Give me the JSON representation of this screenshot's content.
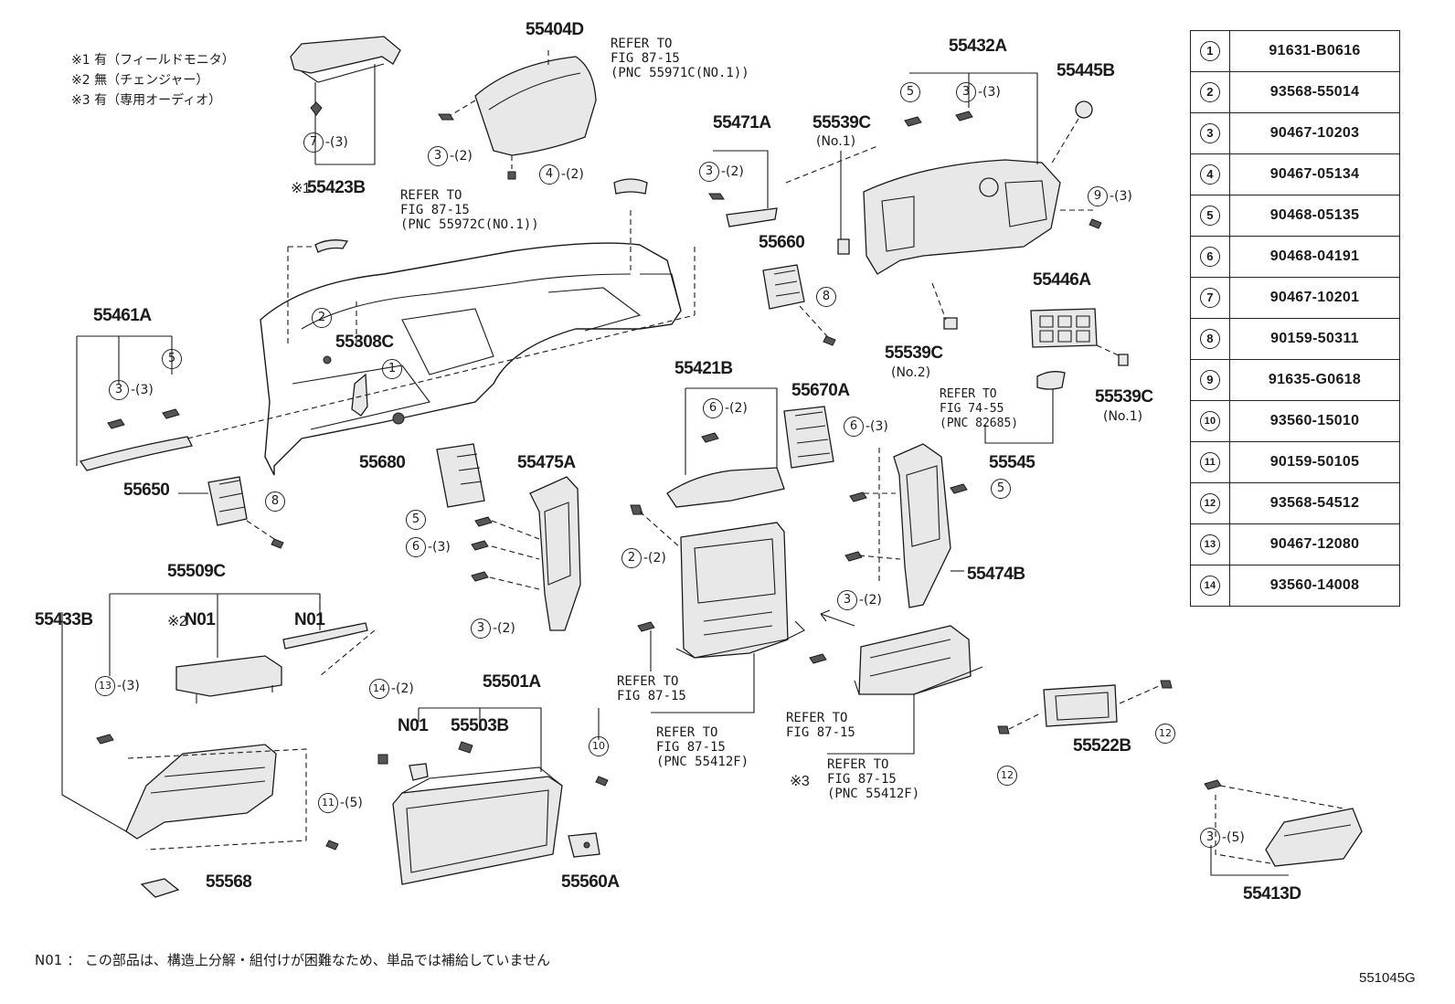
{
  "legend_notes": [
    "※1 有（フィールドモニタ）",
    "※2 無（チェンジャー）",
    "※3 有（専用オーディオ）"
  ],
  "part_labels": {
    "p55404D": "55404D",
    "p55423B": "55423B",
    "p55423B_mark": "※1",
    "p55432A": "55432A",
    "p55445B": "55445B",
    "p55471A": "55471A",
    "p55539C_no1_top": "55539C",
    "p55539C_no1_top_sub": "(No.1)",
    "p55660": "55660",
    "p55461A": "55461A",
    "p55308C": "55308C",
    "p55446A": "55446A",
    "p55539C_no2": "55539C",
    "p55539C_no2_sub": "(No.2)",
    "p55539C_no1_right": "55539C",
    "p55539C_no1_right_sub": "(No.1)",
    "p55421B": "55421B",
    "p55670A": "55670A",
    "p55680": "55680",
    "p55475A": "55475A",
    "p55545": "55545",
    "p55650": "55650",
    "p55474B": "55474B",
    "p55509C": "55509C",
    "p55433B": "55433B",
    "p55501A": "55501A",
    "p55503B": "55503B",
    "p55522B": "55522B",
    "p55568": "55568",
    "p55560A": "55560A",
    "p55413D": "55413D",
    "n01_a": "N01",
    "n01_b_mark": "※2",
    "n01_b": "N01",
    "n01_c": "N01",
    "mark3": "※3"
  },
  "references": {
    "ref_a": "REFER TO\nFIG 87-15\n(PNC 55971C(NO.1))",
    "ref_b": "REFER TO\nFIG 87-15\n(PNC 55972C(NO.1))",
    "ref_c": "REFER TO\nFIG 74-55\n(PNC 82685)",
    "ref_d": "REFER TO\nFIG 87-15",
    "ref_e": "REFER TO\nFIG 87-15\n(PNC 55412F)",
    "ref_f": "REFER TO\nFIG 87-15",
    "ref_g": "REFER TO\nFIG 87-15\n(PNC 55412F)"
  },
  "callouts": [
    {
      "num": "7",
      "qty": "-(3)"
    },
    {
      "num": "3",
      "qty": "-(2)"
    },
    {
      "num": "4",
      "qty": "-(2)"
    },
    {
      "num": "3",
      "qty": "-(2)"
    },
    {
      "num": "5",
      "qty": ""
    },
    {
      "num": "3",
      "qty": "-(3)"
    },
    {
      "num": "9",
      "qty": "-(3)"
    },
    {
      "num": "8",
      "qty": ""
    },
    {
      "num": "2",
      "qty": ""
    },
    {
      "num": "1",
      "qty": ""
    },
    {
      "num": "3",
      "qty": "-(3)"
    },
    {
      "num": "5",
      "qty": ""
    },
    {
      "num": "6",
      "qty": "-(2)"
    },
    {
      "num": "6",
      "qty": "-(3)"
    },
    {
      "num": "5",
      "qty": ""
    },
    {
      "num": "8",
      "qty": ""
    },
    {
      "num": "5",
      "qty": ""
    },
    {
      "num": "6",
      "qty": "-(3)"
    },
    {
      "num": "3",
      "qty": "-(2)"
    },
    {
      "num": "2",
      "qty": "-(2)"
    },
    {
      "num": "3",
      "qty": "-(2)"
    },
    {
      "num": "13",
      "qty": "-(3)"
    },
    {
      "num": "14",
      "qty": "-(2)"
    },
    {
      "num": "10",
      "qty": ""
    },
    {
      "num": "11",
      "qty": "-(5)"
    },
    {
      "num": "12",
      "qty": ""
    },
    {
      "num": "12",
      "qty": ""
    },
    {
      "num": "3",
      "qty": "-(5)"
    }
  ],
  "parts_table": [
    {
      "num": "1",
      "part": "91631-B0616"
    },
    {
      "num": "2",
      "part": "93568-55014"
    },
    {
      "num": "3",
      "part": "90467-10203"
    },
    {
      "num": "4",
      "part": "90467-05134"
    },
    {
      "num": "5",
      "part": "90468-05135"
    },
    {
      "num": "6",
      "part": "90468-04191"
    },
    {
      "num": "7",
      "part": "90467-10201"
    },
    {
      "num": "8",
      "part": "90159-50311"
    },
    {
      "num": "9",
      "part": "91635-G0618"
    },
    {
      "num": "10",
      "part": "93560-15010"
    },
    {
      "num": "11",
      "part": "90159-50105"
    },
    {
      "num": "12",
      "part": "93568-54512"
    },
    {
      "num": "13",
      "part": "90467-12080"
    },
    {
      "num": "14",
      "part": "93560-14008"
    }
  ],
  "footer_note": "N01 ： この部品は、構造上分解・組付けが困難なため、単品では補給していません",
  "figure_code": "551045G"
}
